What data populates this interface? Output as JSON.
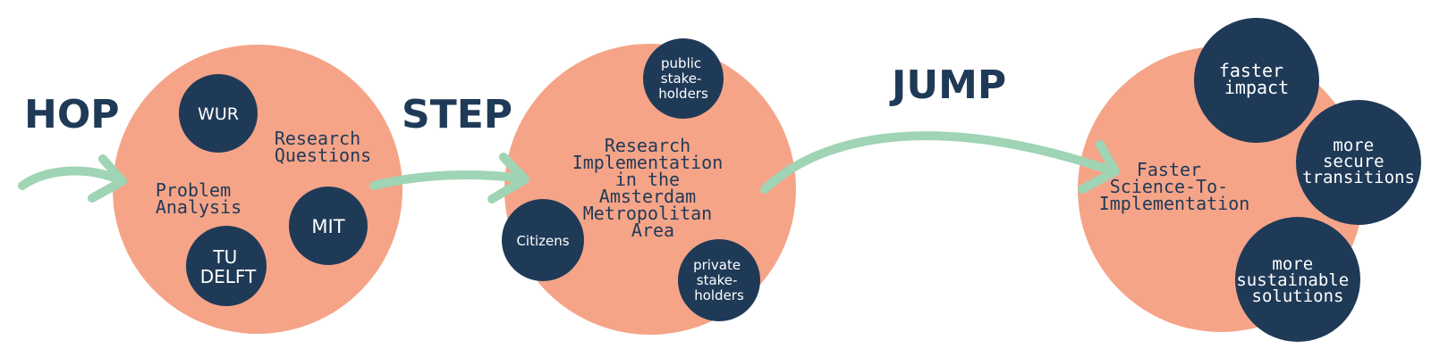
{
  "colors": {
    "salmon": "#f5a488",
    "navy": "#1f3a57",
    "arrow": "#9fd4b4",
    "white": "#ffffff"
  },
  "stages": {
    "hop": "HOP",
    "step": "STEP",
    "jump": "JUMP"
  },
  "hop_circle": {
    "problem_analysis": [
      "Problem",
      "Analysis"
    ],
    "research_questions": [
      "Research",
      "Questions"
    ],
    "wur": "WUR",
    "mit": "MIT",
    "tu_delft": [
      "TU",
      "DELFT"
    ]
  },
  "step_circle": {
    "center": [
      "Research",
      "Implementation",
      "in the",
      "Amsterdam",
      "Metropolitan",
      "Area"
    ],
    "public": [
      "public",
      "stake-",
      "holders"
    ],
    "citizens": "Citizens",
    "private": [
      "private",
      "stake-",
      "holders"
    ]
  },
  "jump_circle": {
    "center": [
      "Faster",
      "Science-To-",
      "Implementation"
    ],
    "faster_impact": [
      "faster",
      "impact"
    ],
    "more_secure": [
      "more",
      "secure",
      "transitions"
    ],
    "more_sustainable": [
      "more",
      "sustainable",
      "solutions"
    ]
  }
}
